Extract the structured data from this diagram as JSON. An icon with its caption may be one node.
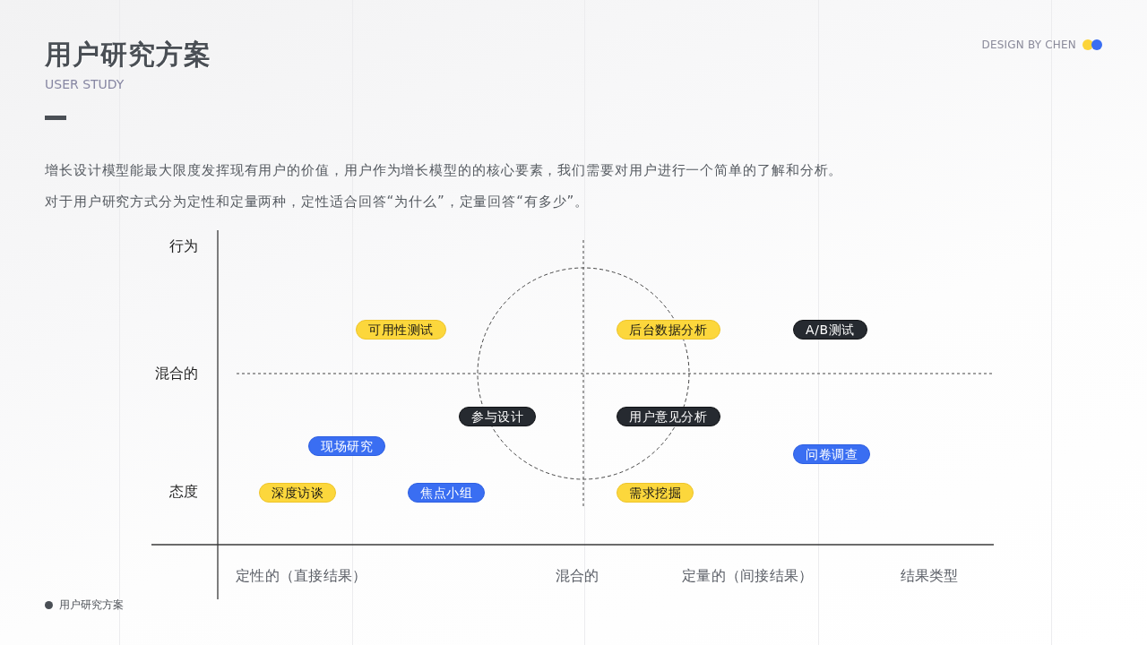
{
  "diagram": {
    "title": "用户研究方案",
    "nodes": [
      {
        "text": [
          "可用性测试"
        ]
      },
      {
        "text": [
          "后台数据分析"
        ]
      },
      {
        "text": [
          "A/B测试"
        ]
      },
      {
        "text": [
          "参与设计"
        ]
      },
      {
        "text": [
          "用户意见分析"
        ]
      },
      {
        "text": [
          "现场研究"
        ]
      },
      {
        "text": [
          "问卷调查"
        ]
      },
      {
        "text": [
          "深度访谈"
        ]
      },
      {
        "text": [
          "焦点小组"
        ]
      },
      {
        "text": [
          "需求挖掘"
        ]
      }
    ],
    "labels": [
      "DESIGN BY CHEN",
      "USER STUDY",
      "增长设计模型能最大限度发挥现有用户的价值，用户作为增长模型的的核心要素，我们需要对用户进行一个简单的了解和分析。",
      "对于用户研究方式分为定性和定量两种，定性适合回答“为什么”，定量回答“有多少”。",
      "行为",
      "混合的",
      "态度",
      "定性的（直接结果）",
      "混合的",
      "定量的（间接结果）",
      "结果类型",
      "用户研究方案"
    ]
  }
}
